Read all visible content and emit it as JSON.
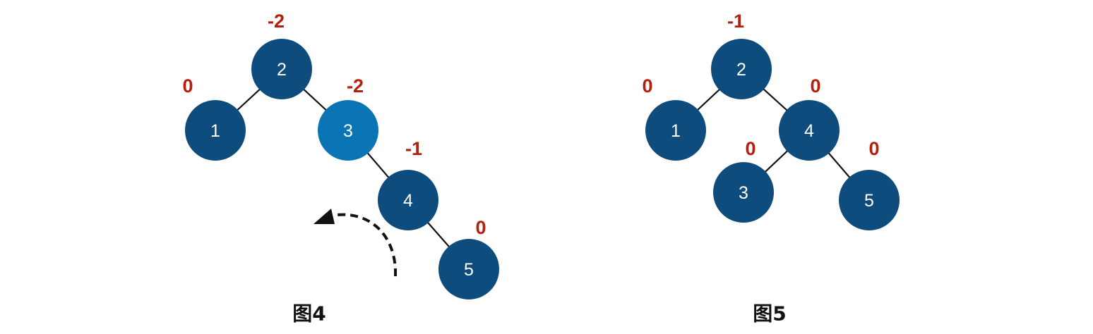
{
  "colors": {
    "node": "#0d4c7d",
    "highlight": "#0a74b4",
    "balance_factor": "#b3200e",
    "edge": "#111111"
  },
  "figures": [
    {
      "caption": "图4",
      "rotation_arrow": "counterclockwise-dashed-arrow",
      "nodes": [
        {
          "value": "2",
          "balance": "-2",
          "highlight": false
        },
        {
          "value": "1",
          "balance": "0",
          "highlight": false
        },
        {
          "value": "3",
          "balance": "-2",
          "highlight": true
        },
        {
          "value": "4",
          "balance": "-1",
          "highlight": false
        },
        {
          "value": "5",
          "balance": "0",
          "highlight": false
        }
      ],
      "edges": [
        [
          "2",
          "1"
        ],
        [
          "2",
          "3"
        ],
        [
          "3",
          "4"
        ],
        [
          "4",
          "5"
        ]
      ]
    },
    {
      "caption": "图5",
      "nodes": [
        {
          "value": "2",
          "balance": "-1",
          "highlight": false
        },
        {
          "value": "1",
          "balance": "0",
          "highlight": false
        },
        {
          "value": "4",
          "balance": "0",
          "highlight": false
        },
        {
          "value": "3",
          "balance": "0",
          "highlight": false
        },
        {
          "value": "5",
          "balance": "0",
          "highlight": false
        }
      ],
      "edges": [
        [
          "2",
          "1"
        ],
        [
          "2",
          "4"
        ],
        [
          "4",
          "3"
        ],
        [
          "4",
          "5"
        ]
      ]
    }
  ]
}
